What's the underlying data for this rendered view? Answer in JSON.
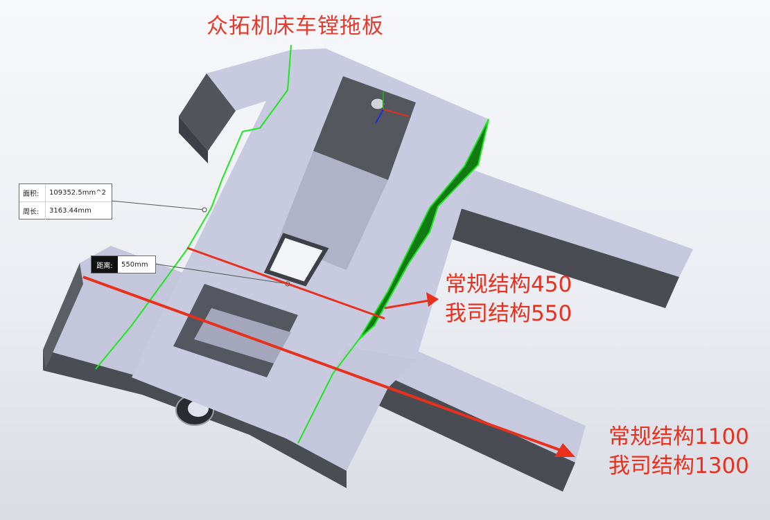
{
  "title": "众拓机床车镗拖板",
  "measurement": {
    "area_label": "面积:",
    "area_value": "109352.5mm^2",
    "perimeter_label": "周长:",
    "perimeter_value": "3163.44mm"
  },
  "distance": {
    "label": "距离:",
    "value": "550mm"
  },
  "annotation_width": {
    "line1": "常规结构450",
    "line2": "我司结构550"
  },
  "annotation_length": {
    "line1": "常规结构1100",
    "line2": "我司结构1300"
  },
  "colors": {
    "title_red": "#e53b2c",
    "annotation_red": "#e8301e",
    "highlight_green": "#1ee61e",
    "face_light": "#c9cce0",
    "face_dark": "#4b4d55"
  },
  "icons": [
    "triad-axis-icon"
  ]
}
